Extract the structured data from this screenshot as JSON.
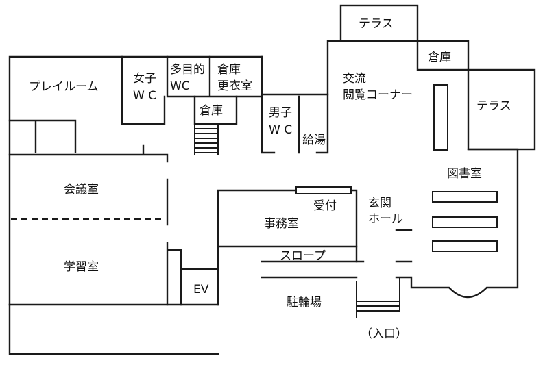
{
  "labels": {
    "terrace_top": "テラス",
    "storage_top": "倉庫",
    "terrace_right": "テラス",
    "playroom": "プレイルーム",
    "womens_wc": [
      "女子",
      "W C"
    ],
    "multipurpose_wc": [
      "多目的",
      "WC"
    ],
    "storage_changing": [
      "倉庫",
      "更衣室"
    ],
    "storage_mid": "倉庫",
    "lounge": [
      "交流",
      "閲覧コーナー"
    ],
    "mens_wc": [
      "男子",
      "W C"
    ],
    "kitchenette": "給湯",
    "library": "図書室",
    "meeting_room": "会議室",
    "reception": "受付",
    "entrance_hall": [
      "玄関",
      "ホール"
    ],
    "office": "事務室",
    "slope": "スロープ",
    "study_room": "学習室",
    "elevator": "EV",
    "bicycle_parking": "駐輪場",
    "entrance": "（入口）"
  },
  "colors": {
    "wall": "#1a1a1a",
    "background": "#ffffff"
  }
}
